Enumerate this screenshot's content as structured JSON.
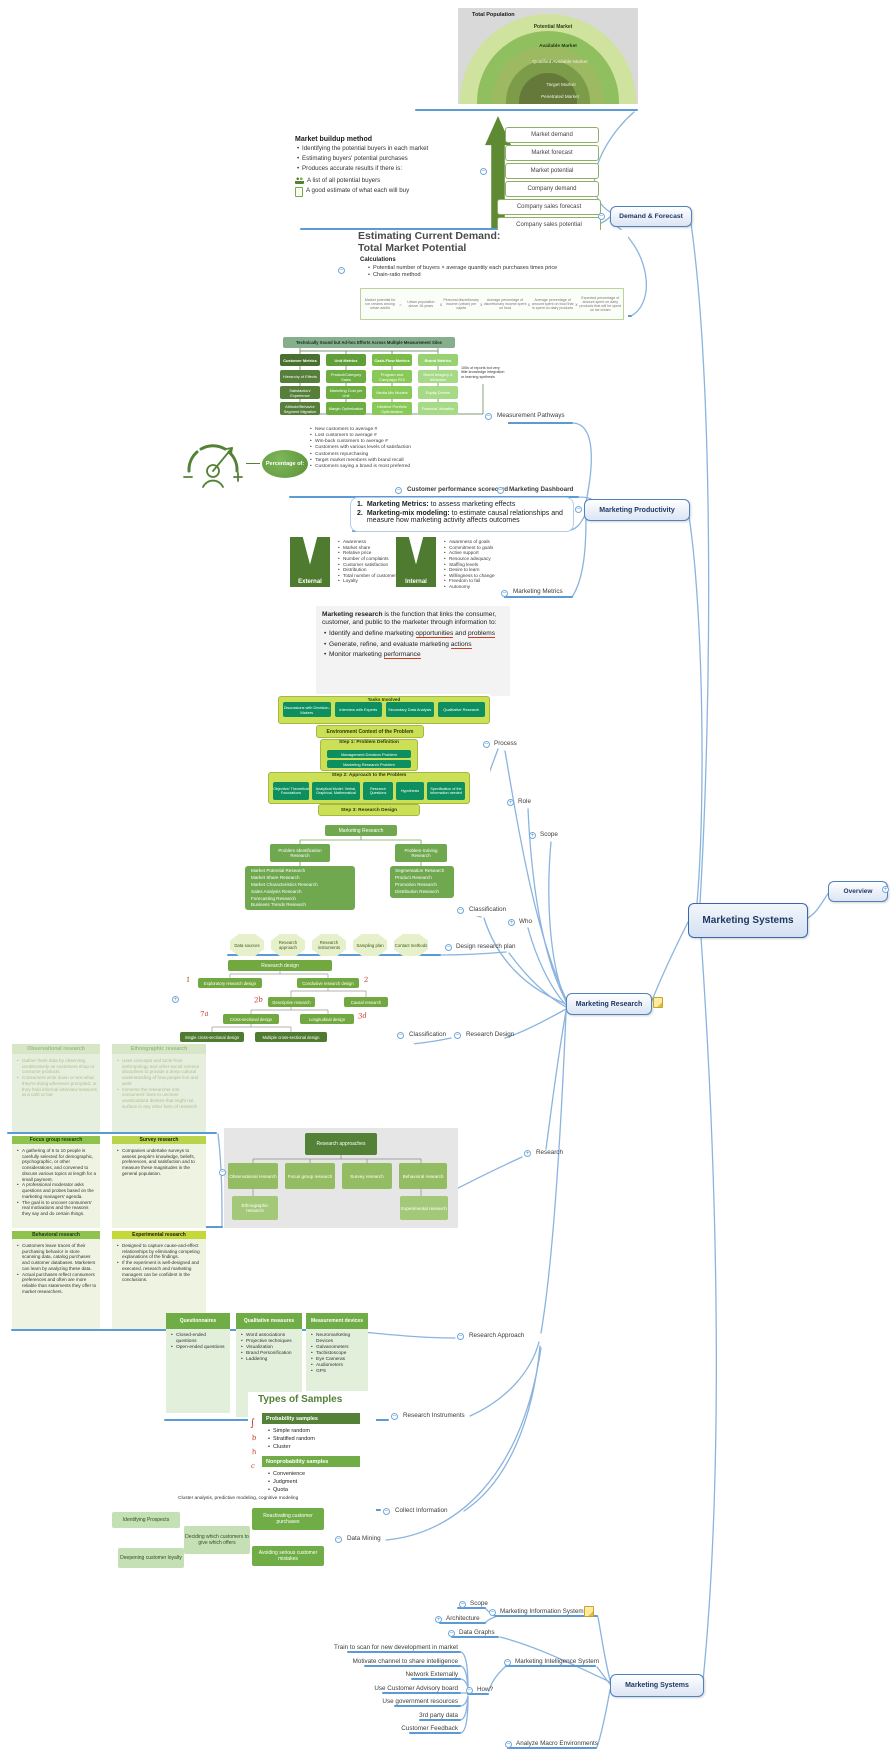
{
  "icons": {
    "minus": "−",
    "plus": "+"
  },
  "nodes": {
    "overview": "Overview",
    "main": "Marketing Systems",
    "demand_forecast": "Demand & Forecast",
    "productivity": "Marketing Productivity",
    "research": "Marketing Research",
    "systems": "Marketing Systems"
  },
  "labels": {
    "measurement_pathways": "Measurement Pathways",
    "customer_scorecard": "Customer performance scorecard",
    "marketing_dashboard": "Marketing Dashboard",
    "marketing_metrics": "Marketing Metrics",
    "process": "Process",
    "role": "Role",
    "scope": "Scope",
    "classification": "Classification",
    "who": "Who",
    "design_research_plan": "Design research plan",
    "classification2": "Classification",
    "research_design": "Research Design",
    "research": "Research",
    "research_approach": "Research Approach",
    "research_instruments": "Research Instruments",
    "collect_information": "Collect Information",
    "data_mining": "Data Mining",
    "sys_scope": "Scope",
    "mis": "Marketing Information System",
    "architecture": "Architecture",
    "data_graphs": "Data Graphs",
    "intelligence": "Marketing Intelligence System",
    "how": "How?",
    "analyze_macro": "Analyze Macro Environments"
  },
  "funnel": {
    "total": "Total Population",
    "rings": [
      "Potential Market",
      "Available Market",
      "Qualified Available Market",
      "Target Market",
      "Penetrated Market"
    ]
  },
  "buildup": {
    "title": "Market buildup method",
    "bullets": [
      "Identifying the potential buyers in each market",
      "Estimating buyers' potential purchases",
      "Produces accurate results if there is:"
    ],
    "sub1": "A list of all potential buyers",
    "sub2": "A good estimate of what each will buy",
    "ladder": [
      "Market demand",
      "Market forecast",
      "Market potential",
      "Company demand",
      "Company sales forecast",
      "Company sales potential"
    ]
  },
  "estimating": {
    "t1": "Estimating Current Demand:",
    "t2": "Total Market Potential",
    "calc": "Calculations",
    "b1": "Potential number of buyers × average quantity each purchases times price",
    "b2": "Chain-ratio method",
    "cells": [
      "Market potential for ice creams among urban adults",
      "Urban population above 18 years",
      "Personal discretionary income (urban) per capita",
      "Average percentage of discretionary income spent on food",
      "Average percentage of amount spent on food that is spent on dairy products",
      "Expected percentage of amount spent on dairy products that will be spent on ice cream"
    ],
    "ops": [
      "=",
      "x",
      "x",
      "x",
      "x"
    ]
  },
  "pathways": {
    "title": "Technically Sound but Ad-hoc Efforts Across Multiple Measurement Silos",
    "note": "100s of reports but very little knowledge integration or learning synthesis",
    "cols": [
      {
        "h": "Customer Metrics",
        "c": [
          "Hierarchy of Effects",
          "Satisfaction/ Experience",
          "Attitude/Behavior Segment Migration"
        ]
      },
      {
        "h": "Unit Metrics",
        "c": [
          "Product/Category Sales",
          "Marketing Cost per Unit",
          "Margin Optimization"
        ]
      },
      {
        "h": "Cash-Flow Metrics",
        "c": [
          "Program and Campaign ROI",
          "Media Mix Models",
          "Initiative Portfolio Optimization"
        ]
      },
      {
        "h": "Brand Metrics",
        "c": [
          "Brand Imagery & Attributes",
          "Equity Drivers",
          "Financial Valuation"
        ]
      }
    ]
  },
  "scorecard": {
    "ellipse": "Percentage of:",
    "bullets": [
      "New customers to average #",
      "Lost customers to average #",
      "Win-back customers to average #",
      "Customers with various levels of satisfaction",
      "Customers repurchasing",
      "Target market members with brand recall",
      "Customers saying a brand is most preferred"
    ]
  },
  "productivity": {
    "n1": "1.",
    "b1": "Marketing Metrics:",
    "r1": " to assess marketing effects",
    "n2": "2.",
    "b2": "Marketing-mix modeling:",
    "r2": " to estimate causal relationships and measure how marketing activity affects outcomes"
  },
  "extint": {
    "ext": "External",
    "ext_items": [
      "Awareness",
      "Market share",
      "Relative price",
      "Number of complaints",
      "Customer satisfaction",
      "Distribution",
      "Total number of customers",
      "Loyalty"
    ],
    "int": "Internal",
    "int_items": [
      "Awareness of goals",
      "Commitment to goals",
      "Active support",
      "Resource adequacy",
      "Staffing levels",
      "Desire to learn",
      "Willingness to change",
      "Freedom to fail",
      "Autonomy"
    ]
  },
  "definition": {
    "lead_b": "Marketing research",
    "lead_r": " is the function that links the consumer, customer, and public to the marketer through information to:",
    "b1p": "Identify and define marketing ",
    "b1u1": "opportunities",
    "b1m": " and ",
    "b1u2": "problems",
    "b2p": "Generate, refine, and evaluate marketing ",
    "b2u": "actions",
    "b3p": "Monitor marketing ",
    "b3u": "performance"
  },
  "process": {
    "tasks_title": "Tasks Involved",
    "tasks": [
      "Discussions with Decision-Makers",
      "Interview with Experts",
      "Secondary Data Analysis",
      "Qualitative Research"
    ],
    "env": "Environment Context of the Problem",
    "s1": "Step 1: Problem Definition",
    "s1b": [
      "Management Decision Problem",
      "Marketing Research Problem"
    ],
    "s2": "Step 2: Approach to the Problem",
    "s2b": [
      "Objective/ Theoretical Foundations",
      "Analytical Model: Verbal, Graphical, Mathematical",
      "Research Questions",
      "Hypothesis",
      "Specification of the Information needed"
    ],
    "s3": "Step 3: Research Design"
  },
  "mrclass": {
    "root": "Marketing Research",
    "lh": "Problem Identification Research",
    "li": [
      "Market Potential Research",
      "Market Share Research",
      "Market Characteristics Research",
      "Sales Analysis Research",
      "Forecasting Research",
      "Business Trends Research"
    ],
    "rh": "Problem-Solving Research",
    "ri": [
      "Segmentation Research",
      "Product Research",
      "Promotion Research",
      "Distribution Research"
    ]
  },
  "hexes": [
    "Data sources",
    "Research approach",
    "Research instruments",
    "Sampling plan",
    "Contact methods"
  ],
  "tree": {
    "root": "Research design",
    "e": "Exploratory research design",
    "c": "Conclusive research design",
    "d": "Descriptive research",
    "ca": "Causal research",
    "cs": "Cross-sectional design",
    "lo": "Longitudinal design",
    "sc": "Single cross-sectional design",
    "mc": "Multiple cross-sectional design"
  },
  "scribbles": {
    "s1": "1",
    "s2": "2",
    "s3": "2b",
    "s4": "7a",
    "s5": "3d",
    "s6": "∫",
    "s7": "b",
    "s8": "h",
    "s9": "c"
  },
  "rtypes": {
    "obs": {
      "h": "Observational research",
      "b": [
        "Gather fresh data by observing unobtrusively as customers shop or consume products",
        "Consumers write down or text what they're doing whenever prompted, or they hold informal interview sessions at a café or bar"
      ]
    },
    "eth": {
      "h": "Ethnographic research",
      "b": [
        "Uses concepts and tools from anthropology and other social science disciplines to provide a deep cultural understanding of how people live and work",
        "Immerse the researcher into consumers' lives to uncover unarticulated desires that might not surface in any other form of research"
      ]
    },
    "focus": {
      "h": "Focus group research",
      "b": [
        "A gathering of 6 to 10 people is carefully selected for demographic, psychographic, or other considerations, and convened to discuss various topics at length for a small payment.",
        "A professional moderator asks questions and probes based on the marketing managers' agenda.",
        "The goal is to uncover consumers' real motivations and the reasons they say and do certain things."
      ]
    },
    "survey": {
      "h": "Survey research",
      "b": [
        "Companies undertake surveys to assess people's knowledge, beliefs, preferences, and satisfaction and to measure these magnitudes in the general population."
      ]
    },
    "beh": {
      "h": "Behavioral research",
      "b": [
        "Customers leave traces of their purchasing behavior in store scanning data, catalog purchases and customer databases. Marketers can learn by analyzing these data.",
        "Actual purchases reflect consumers preferences and often are more reliable than statements they offer to market researchers."
      ]
    },
    "exp": {
      "h": "Experimental research",
      "b": [
        "Designed to capture cause-and-effect relationships by eliminating competing explanations of the findings.",
        "If the experiment is well-designed and executed, research and marketing managers can be confident in the conclusions."
      ]
    }
  },
  "approaches": {
    "root": "Research approaches",
    "r1": [
      "Observational research",
      "Focus group research",
      "Survey research",
      "Behavioral research"
    ],
    "r2": [
      "Ethnographic research",
      "Experimental research"
    ]
  },
  "instruments": [
    {
      "h": "Questionnaires",
      "items": [
        "Closed-ended questions",
        "Open-ended questions"
      ]
    },
    {
      "h": "Qualitative measures",
      "items": [
        "Word associations",
        "Projective techniques",
        "Visualization",
        "Brand Personification",
        "Laddering"
      ]
    },
    {
      "h": "Measurement devices",
      "items": [
        "Neuromarketing Devices",
        "Galvanometers",
        "Tachistoscope",
        "Eye Cameras",
        "Audiometers",
        "GPS"
      ]
    }
  ],
  "samples": {
    "title": "Types of Samples",
    "ph": "Probability samples",
    "pi": [
      "Simple random",
      "Stratified random",
      "Cluster"
    ],
    "nh": "Nonprobability samples",
    "ni": [
      "Convenience",
      "Judgment",
      "Quota"
    ]
  },
  "mining": {
    "caption": "Cluster analysis, predictive modeling, cognitive modeling",
    "b1": "Identifying Prospects",
    "b2": "Reactivating customer purchases",
    "b3": "Deciding which customers to give which offers",
    "b4": "Deepening customer loyalty",
    "b5": "Avoiding serious customer mistakes"
  },
  "intel": {
    "items": [
      "Train to scan for new development in market",
      "Motivate channel to share intelligence",
      "Network Externally",
      "Use Customer Advisory board",
      "Use government resources",
      "3rd party data",
      "Customer Feedback"
    ]
  }
}
